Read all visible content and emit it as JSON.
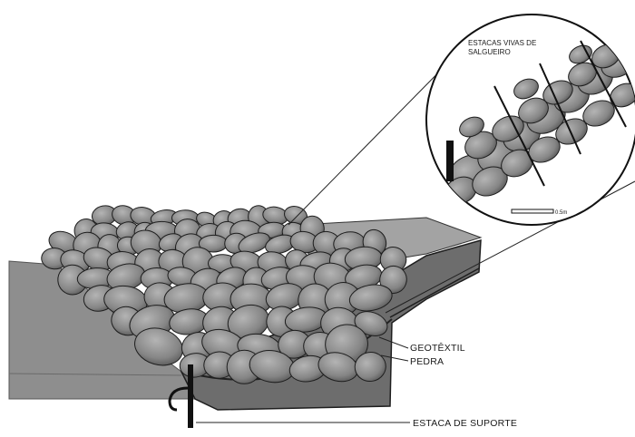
{
  "labels": {
    "willow_stakes_line1": "ESTACAS VIVAS DE",
    "willow_stakes_line2": "SALGUEIRO",
    "geotextile": "GEOTÊXTIL",
    "stone": "PEDRA",
    "support_stake": "ESTACA DE SUPORTE",
    "scale": "0.5m"
  },
  "colors": {
    "water": "#8c8c8c",
    "soil": "#6f6f6f",
    "stone_fill": "#8a8a8a",
    "stone_stroke": "#1e1e1e",
    "bank_grass": "#9a9a9a"
  }
}
